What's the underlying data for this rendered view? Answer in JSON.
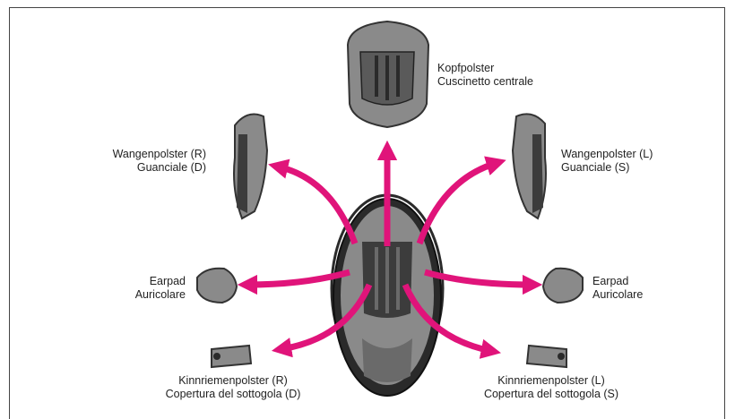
{
  "labels": {
    "top": {
      "line1": "Kopfpolster",
      "line2": "Cuscinetto centrale"
    },
    "cheek_right": {
      "line1": "Wangenpolster (R)",
      "line2": "Guanciale (D)"
    },
    "cheek_left": {
      "line1": "Wangenpolster (L)",
      "line2": "Guanciale (S)"
    },
    "earpad_right": {
      "line1": "Earpad",
      "line2": "Auricolare"
    },
    "earpad_left": {
      "line1": "Earpad",
      "line2": "Auricolare"
    },
    "chin_right": {
      "line1": "Kinnriemenpolster (R)",
      "line2": "Copertura del sottogola (D)"
    },
    "chin_left": {
      "line1": "Kinnriemenpolster (L)",
      "line2": "Copertura del sottogola (S)"
    }
  },
  "colors": {
    "arrow": "#e0147a",
    "pad": "#8a8a8a",
    "pad_dark": "#3c3c3c",
    "shell": "#2a2a2a"
  }
}
